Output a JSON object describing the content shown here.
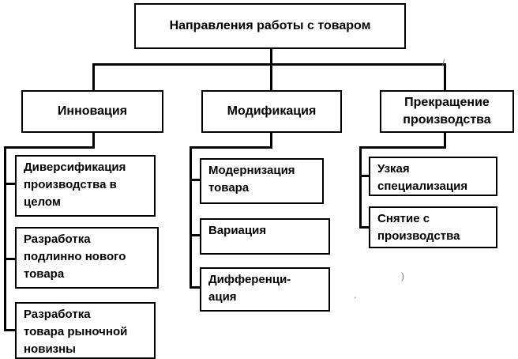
{
  "root": {
    "label": "Направления работы с товаром"
  },
  "branches": [
    {
      "label": "Инновация",
      "children": [
        "Диверсификация\nпроизводства в\nцелом",
        "Разработка\nподлинно нового\nтовара",
        "Разработка\nтовара рыночной\nновизны"
      ]
    },
    {
      "label": "Модификация",
      "children": [
        "Модернизация\nтовара",
        "Вариация",
        "Дифференци-\nация"
      ]
    },
    {
      "label": "Прекращение\nпроизводства",
      "children": [
        "Узкая\nспециализация",
        "Снятие с\nпроизводства"
      ]
    }
  ]
}
